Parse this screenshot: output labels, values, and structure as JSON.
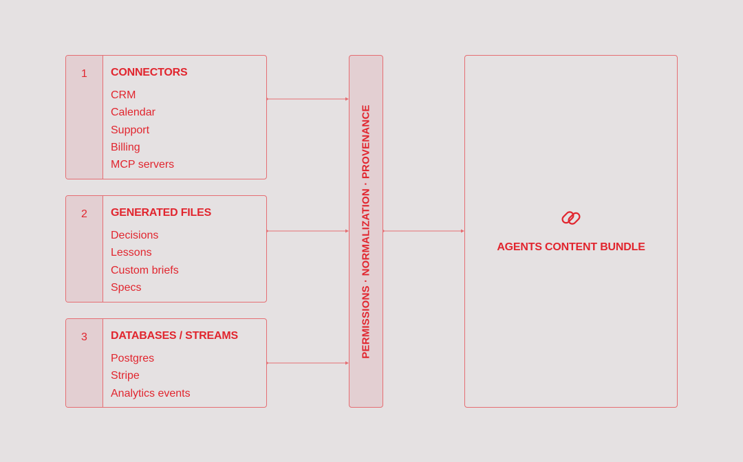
{
  "sources": [
    {
      "number": "1",
      "title": "CONNECTORS",
      "items": [
        "CRM",
        "Calendar",
        "Support",
        "Billing",
        "MCP servers"
      ]
    },
    {
      "number": "2",
      "title": "GENERATED FILES",
      "items": [
        "Decisions",
        "Lessons",
        "Custom briefs",
        "Specs"
      ]
    },
    {
      "number": "3",
      "title": "DATABASES / STREAMS",
      "items": [
        "Postgres",
        "Stripe",
        "Analytics events"
      ]
    }
  ],
  "pipeline": {
    "label": "PERMISSIONS · NORMALIZATION · PROVENANCE"
  },
  "bundle": {
    "icon": "link-icon",
    "label": "AGENTS CONTENT BUNDLE"
  },
  "colors": {
    "accent": "#e1252e",
    "line": "#e56d72",
    "background": "#e5e1e2",
    "shaded_fill": "#e3cfd2"
  }
}
